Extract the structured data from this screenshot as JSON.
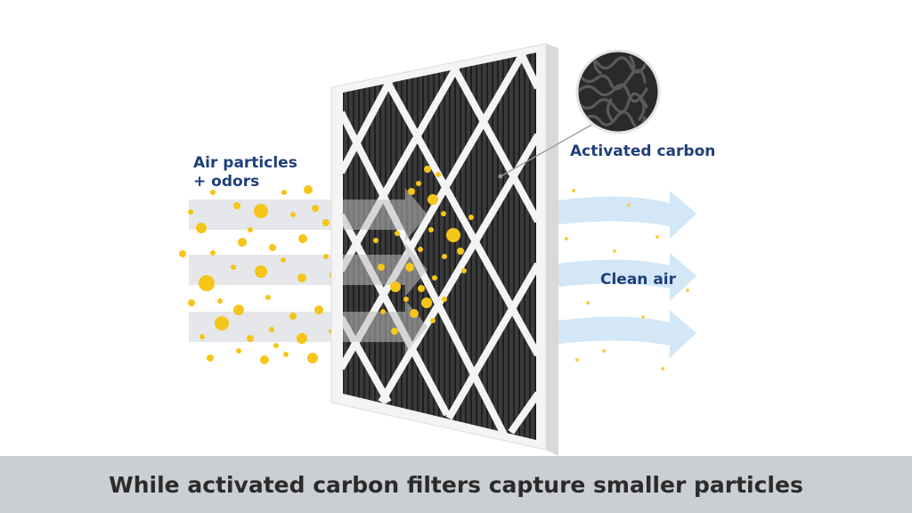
{
  "labels": {
    "input_line1": "Air particles",
    "input_line2": "+ odors",
    "carbon": "Activated carbon",
    "output": "Clean air"
  },
  "caption": "While activated carbon filters capture smaller particles",
  "colors": {
    "label_text": "#1f3f7a",
    "particle": "#f5c518",
    "incoming_air": "#e6e7ea",
    "clean_air": "#d3e7f6",
    "carbon_media": "#3a3a3a",
    "filter_frame": "#f4f4f4",
    "caption_bar": "#cbced3",
    "caption_text": "#2b2b2b"
  }
}
